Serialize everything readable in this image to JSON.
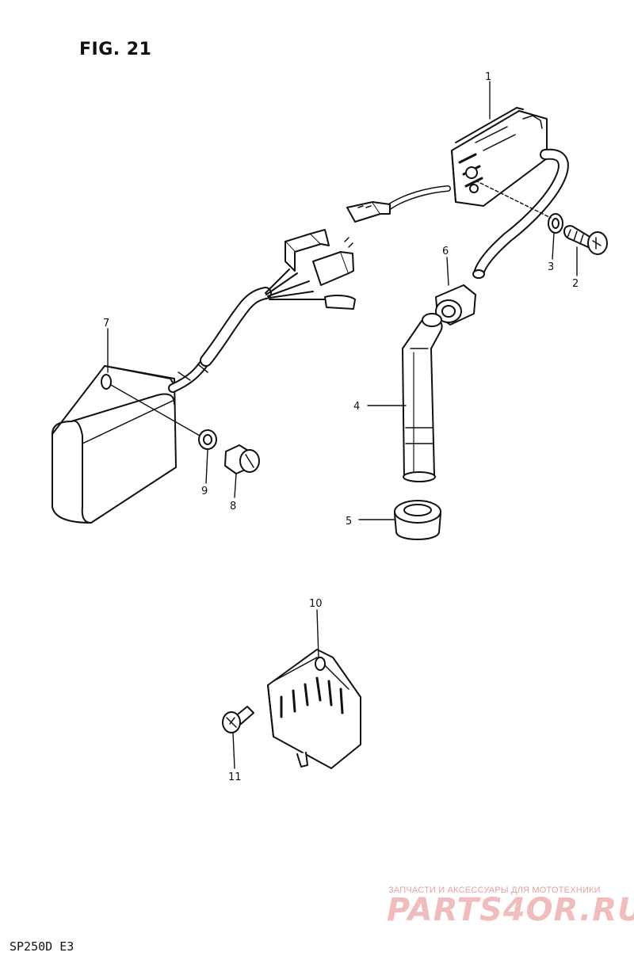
{
  "figure_title": "FIG. 21",
  "model_code": "SP250D  E3",
  "watermark": {
    "tagline": "ЗАПЧАСТИ И АКСЕССУАРЫ ДЛЯ МОТОТЕХНИКИ",
    "logo": "PARTS4OR.RU"
  },
  "callouts": {
    "p1": "1",
    "p2": "2",
    "p3": "3",
    "p4": "4",
    "p5": "5",
    "p6": "6",
    "p7": "7",
    "p8": "8",
    "p9": "9",
    "p10": "10",
    "p11": "11"
  },
  "colors": {
    "ink": "#111111",
    "watermark": "#e8a8a8"
  }
}
